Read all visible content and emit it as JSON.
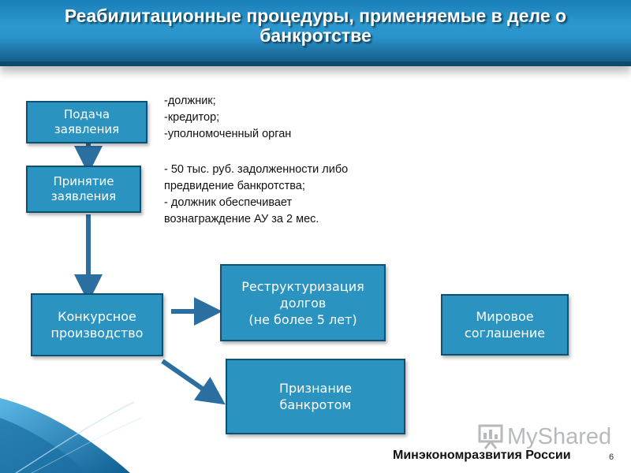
{
  "title": "Реабилитационные процедуры, применяемые в деле о банкротстве",
  "nodes": {
    "filing": "Подача\nзаявления",
    "acceptance": "Принятие\nзаявления",
    "competitive": "Конкурсное\nпроизводство",
    "restructuring": "Реструктуризация\nдолгов\n(не более 5 лет)",
    "bankrupt": "Признание\nбанкротом",
    "settlement": "Мировое\nсоглашение"
  },
  "notes": {
    "applicants": [
      "-должник;",
      "-кредитор;",
      "-уполномоченный орган"
    ],
    "conditions": [
      "- 50 тыс. руб. задолженности либо",
      "предвидение банкротства;",
      "- должник обеспечивает",
      "вознаграждение АУ за 2 мес."
    ]
  },
  "footer": {
    "organization": "Минэкономразвития России",
    "page_number": "6"
  },
  "watermark": "MyShared",
  "colors": {
    "box_fill": "#2b93bf",
    "box_border": "#0e4f72",
    "title_bar": "#2a93cb",
    "arrow": "#2a6fa0"
  }
}
